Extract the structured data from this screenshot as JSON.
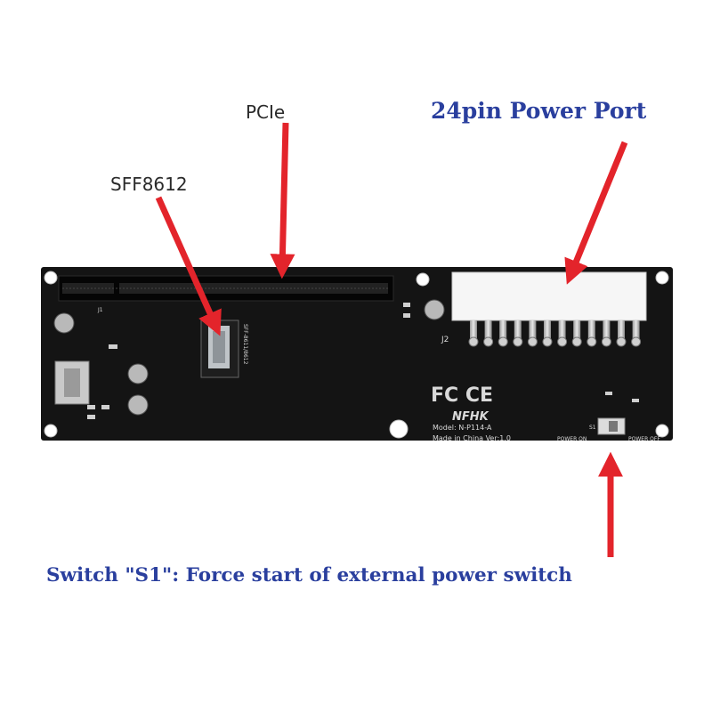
{
  "labels": {
    "pcie": "PCIe",
    "sff": "SFF8612",
    "power_port": "24pin Power Port",
    "switch": "Switch \"S1\": Force start of external power switch"
  },
  "board": {
    "marks": "FC CE",
    "brand": "NFHK",
    "model": "Model: N-P114-A",
    "made_in": "Made in China Ver:1.0",
    "power_on": "POWER ON",
    "power_off": "POWER OFF",
    "switch_ref": "S1",
    "connector_ref": "J2",
    "slot_ref": "J1",
    "sff_silk": "SFF-8611/8612"
  },
  "colors": {
    "board": "#141414",
    "arrow": "#e3242b",
    "label_blue": "#2a3f9e"
  }
}
